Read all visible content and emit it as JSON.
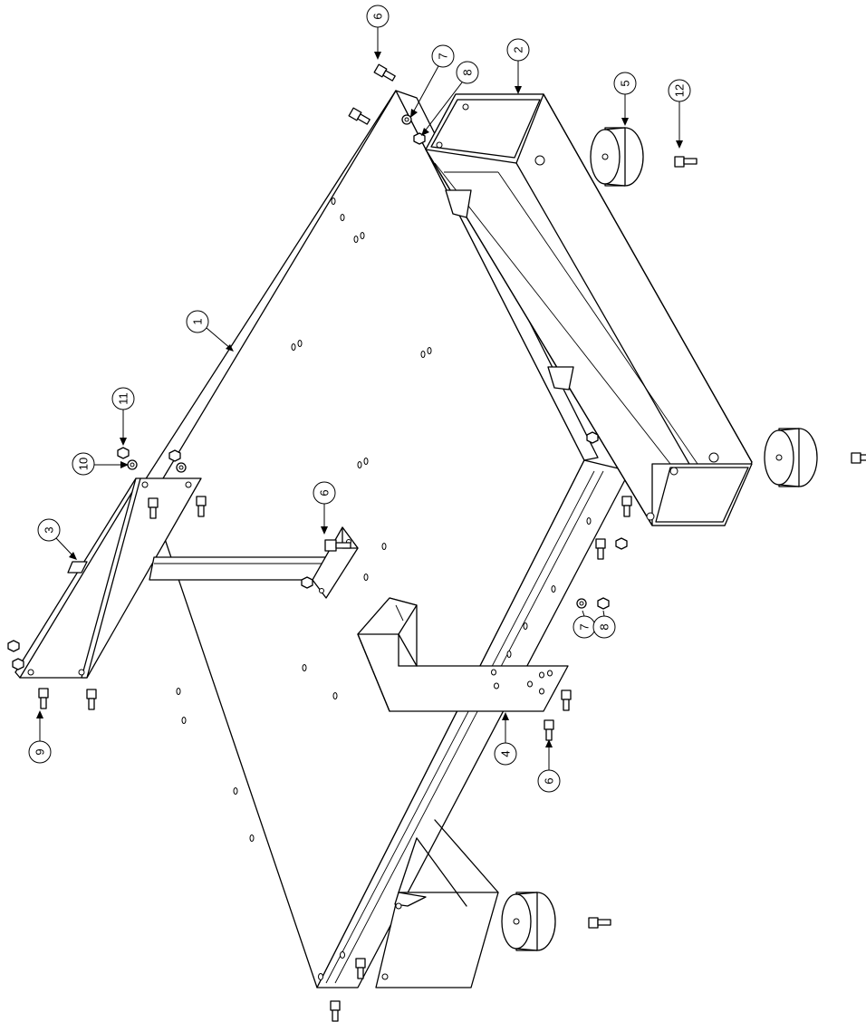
{
  "balloons": [
    {
      "id": "b1",
      "label": "1"
    },
    {
      "id": "b2",
      "label": "2"
    },
    {
      "id": "b3",
      "label": "3"
    },
    {
      "id": "b4",
      "label": "4"
    },
    {
      "id": "b5",
      "label": "5"
    },
    {
      "id": "b6a",
      "label": "6"
    },
    {
      "id": "b6b",
      "label": "6"
    },
    {
      "id": "b6c",
      "label": "6"
    },
    {
      "id": "b7a",
      "label": "7"
    },
    {
      "id": "b7b",
      "label": "7"
    },
    {
      "id": "b8a",
      "label": "8"
    },
    {
      "id": "b8b",
      "label": "8"
    },
    {
      "id": "b9",
      "label": "9"
    },
    {
      "id": "b10",
      "label": "10"
    },
    {
      "id": "b11",
      "label": "11"
    },
    {
      "id": "b12",
      "label": "12"
    }
  ]
}
